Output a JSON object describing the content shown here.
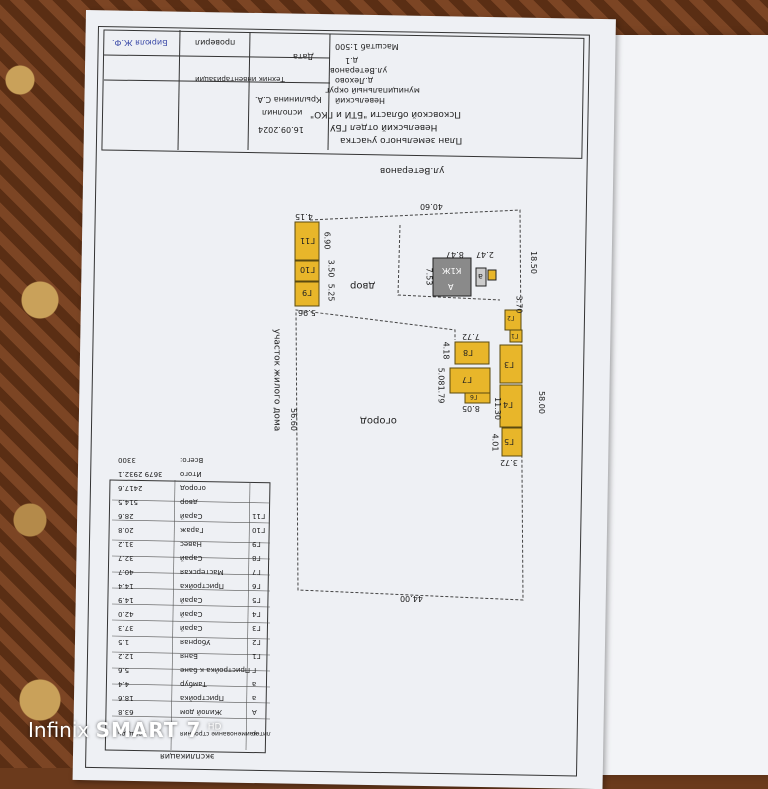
{
  "title_block": {
    "plan_title": "План земельного участка",
    "org_line1": "Невельский отдел ГБУ",
    "org_line2": "Псковской области \"БТИ и ГКО\"",
    "district": "Невельский",
    "municipality": "муниципальный округ",
    "village": "д.Лехово",
    "street": "ул.Ветеранов",
    "house": "д.1",
    "scale": "Масштаб 1:500",
    "date_label": "Дата",
    "date": "16.09.2024",
    "role_executor": "исполнил",
    "executor": "Крылинина С.А.",
    "role_tech": "Техник инвентаризации",
    "stamp_text": "Бирюля Ж.Ф.",
    "checked": "проверил"
  },
  "plan": {
    "street_label": "ул.Ветеранов",
    "yard_label": "двор",
    "garden_label": "огород",
    "neighbor_label": "участок жилого дома",
    "building_main": "А",
    "building_k1": "К1Ж",
    "building_a": "а",
    "dims": [
      "40.60",
      "18.50",
      "58.00",
      "44.00",
      "56.60",
      "4.15",
      "6.90",
      "3.50",
      "5.25",
      "5.96",
      "8.47",
      "7.53",
      "2.47",
      "7.72",
      "4.18",
      "5.08",
      "1.79",
      "8.05",
      "11.30",
      "4.01",
      "3.72",
      "3.70"
    ],
    "outbuildings": [
      "Г11",
      "Г10",
      "Г9",
      "Г8",
      "Г7",
      "Г6",
      "Г5",
      "Г4",
      "Г3",
      "Г2",
      "Г1"
    ]
  },
  "explication": {
    "header": "экспликация",
    "columns": [
      "литер",
      "наименование строения",
      "площадь"
    ],
    "rows": [
      {
        "lit": "А",
        "name": "Жилой дом",
        "area": "63.8"
      },
      {
        "lit": "а",
        "name": "Пристройка",
        "area": "18.6"
      },
      {
        "lit": "а",
        "name": "Тамбур",
        "area": "4.4"
      },
      {
        "lit": "Г",
        "name": "Пристройка к бане",
        "area": "5.6"
      },
      {
        "lit": "Г1",
        "name": "Баня",
        "area": "12.2"
      },
      {
        "lit": "Г2",
        "name": "Уборная",
        "area": "1.5"
      },
      {
        "lit": "Г3",
        "name": "Сарай",
        "area": "37.3"
      },
      {
        "lit": "Г4",
        "name": "Сарай",
        "area": "42.0"
      },
      {
        "lit": "Г5",
        "name": "Сарай",
        "area": "14.9"
      },
      {
        "lit": "Г6",
        "name": "Пристройка",
        "area": "14.4"
      },
      {
        "lit": "Г7",
        "name": "Мастерская",
        "area": "40.7"
      },
      {
        "lit": "Г8",
        "name": "Сарай",
        "area": "32.7"
      },
      {
        "lit": "Г9",
        "name": "Навес",
        "area": "31.2"
      },
      {
        "lit": "Г10",
        "name": "Гараж",
        "area": "20.8"
      },
      {
        "lit": "Г11",
        "name": "Сарай",
        "area": "28.6"
      }
    ],
    "totals": [
      {
        "name": "двор",
        "area": "514.5"
      },
      {
        "name": "огород",
        "area": "2417.6"
      },
      {
        "name": "Итого",
        "area": "3679 2932.1"
      },
      {
        "name": "Всего:",
        "area": "3300"
      }
    ]
  },
  "watermark": {
    "brand": "Infinix",
    "model": "SMART 7",
    "hd": "HD"
  },
  "colors": {
    "outbuilding": "#e8b62a",
    "house": "#8a8a8a",
    "paper": "#eef0f4"
  }
}
